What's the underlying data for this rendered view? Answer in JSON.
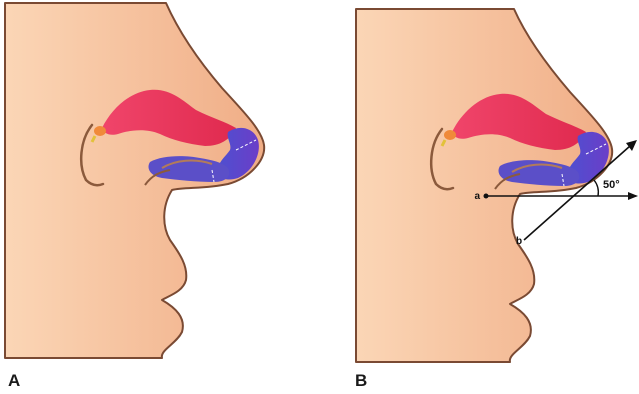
{
  "panels": [
    {
      "label": "A"
    },
    {
      "label": "B",
      "angle_label": "50°",
      "point_a": "a",
      "point_b": "b"
    }
  ],
  "colors": {
    "skin_light": "#f9cfaa",
    "skin_dark": "#eea67d",
    "outline": "#7a4a33",
    "lateral_crus": "#ee3c5c",
    "medial_crus": "#5b4fc8",
    "dome": "#6a3bc6",
    "accessory": "#f08a3a"
  }
}
